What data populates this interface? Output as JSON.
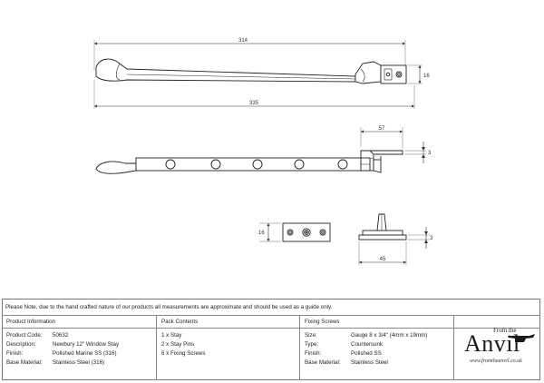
{
  "dimensions": {
    "top_length_inner": "314",
    "top_length_overall": "335",
    "top_height": "16",
    "side_offset": "57",
    "side_thickness": "3",
    "plate_height": "16",
    "pin_thickness": "3",
    "pin_width": "45"
  },
  "note": "Please Note, due to the hand crafted nature of our products all measurements are approximate and should be used as a guide only.",
  "product_information": {
    "title": "Product Information",
    "rows": [
      {
        "label": "Product Code:",
        "value": "50632"
      },
      {
        "label": "Description:",
        "value": "Newbury 12\" Window Stay"
      },
      {
        "label": "Finish:",
        "value": "Polished Marine SS (316)"
      },
      {
        "label": "Base Material:",
        "value": "Stainless Steel (316)"
      }
    ]
  },
  "pack_contents": {
    "title": "Pack Contents",
    "items": [
      "1 x Stay",
      "2 x Stay Pins",
      "6 x Fixing Screws"
    ]
  },
  "fixing_screws": {
    "title": "Fixing Screws",
    "rows": [
      {
        "label": "Size:",
        "value": "Gauge 8 x 3/4\" (4mm x 19mm)"
      },
      {
        "label": "Type:",
        "value": "Countersunk"
      },
      {
        "label": "Finish:",
        "value": "Polished SS"
      },
      {
        "label": "Base Material:",
        "value": "Stainless Steel"
      }
    ]
  },
  "logo": {
    "from_text": "From the",
    "brand": "Anvil",
    "url": "www.fromtheanvil.co.uk"
  }
}
